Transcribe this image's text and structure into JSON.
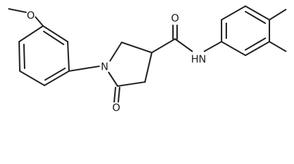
{
  "structure": {
    "atoms": [
      {
        "id": "O_methoxy",
        "label": "O"
      },
      {
        "id": "N_ring",
        "label": "N"
      },
      {
        "id": "O_ketone",
        "label": "O"
      },
      {
        "id": "O_amide",
        "label": "O"
      },
      {
        "id": "NH_amide",
        "label": "H",
        "hlabel": "N"
      }
    ]
  },
  "colors": {
    "bond": "#222222",
    "label": "#222222",
    "background": "#ffffff"
  }
}
